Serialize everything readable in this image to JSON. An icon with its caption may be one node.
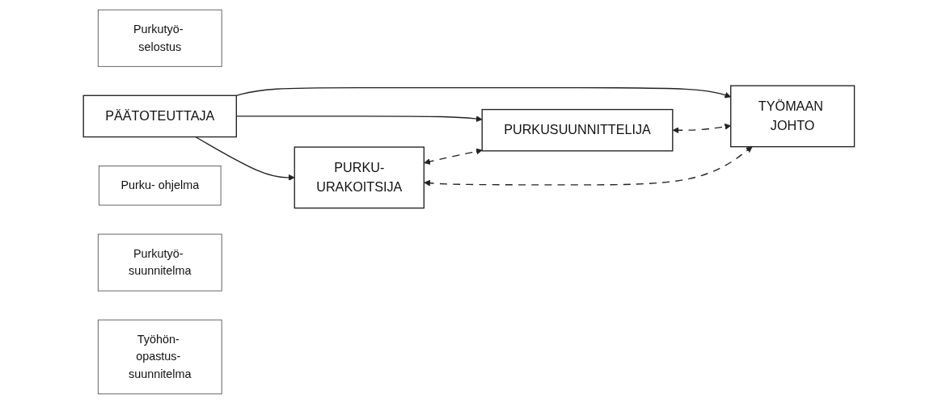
{
  "diagram": {
    "nodes": [
      {
        "text": [
          "PURKUSUUNNITTELIJA"
        ]
      },
      {
        "text": [
          "Purkutyö- selostus"
        ]
      },
      {
        "text": [
          "PÄÄTOTEUTTAJA"
        ]
      },
      {
        "text": [
          "Purku- ohjelma"
        ]
      },
      {
        "text": [
          "PURKU-URAKOITSIJA"
        ]
      },
      {
        "text": [
          "Purkutyö- suunnitelma"
        ]
      },
      {
        "text": [
          "TYÖMAAN JOHTO"
        ]
      },
      {
        "text": [
          "Työhön- opastus- suunnitelma"
        ]
      }
    ],
    "edges": [
      {
        "from": 2,
        "to": 0,
        "arrow": "to"
      },
      {
        "from": 2,
        "to": 6,
        "arrow": "to"
      },
      {
        "from": 2,
        "to": 4,
        "arrow": "to"
      },
      {
        "from": 0,
        "to": 6,
        "arrow": "both",
        "style": "dashed"
      },
      {
        "from": 4,
        "to": 0,
        "arrow": "both",
        "style": "dashed"
      },
      {
        "from": 4,
        "to": 6,
        "arrow": "both",
        "style": "dashed"
      }
    ]
  }
}
